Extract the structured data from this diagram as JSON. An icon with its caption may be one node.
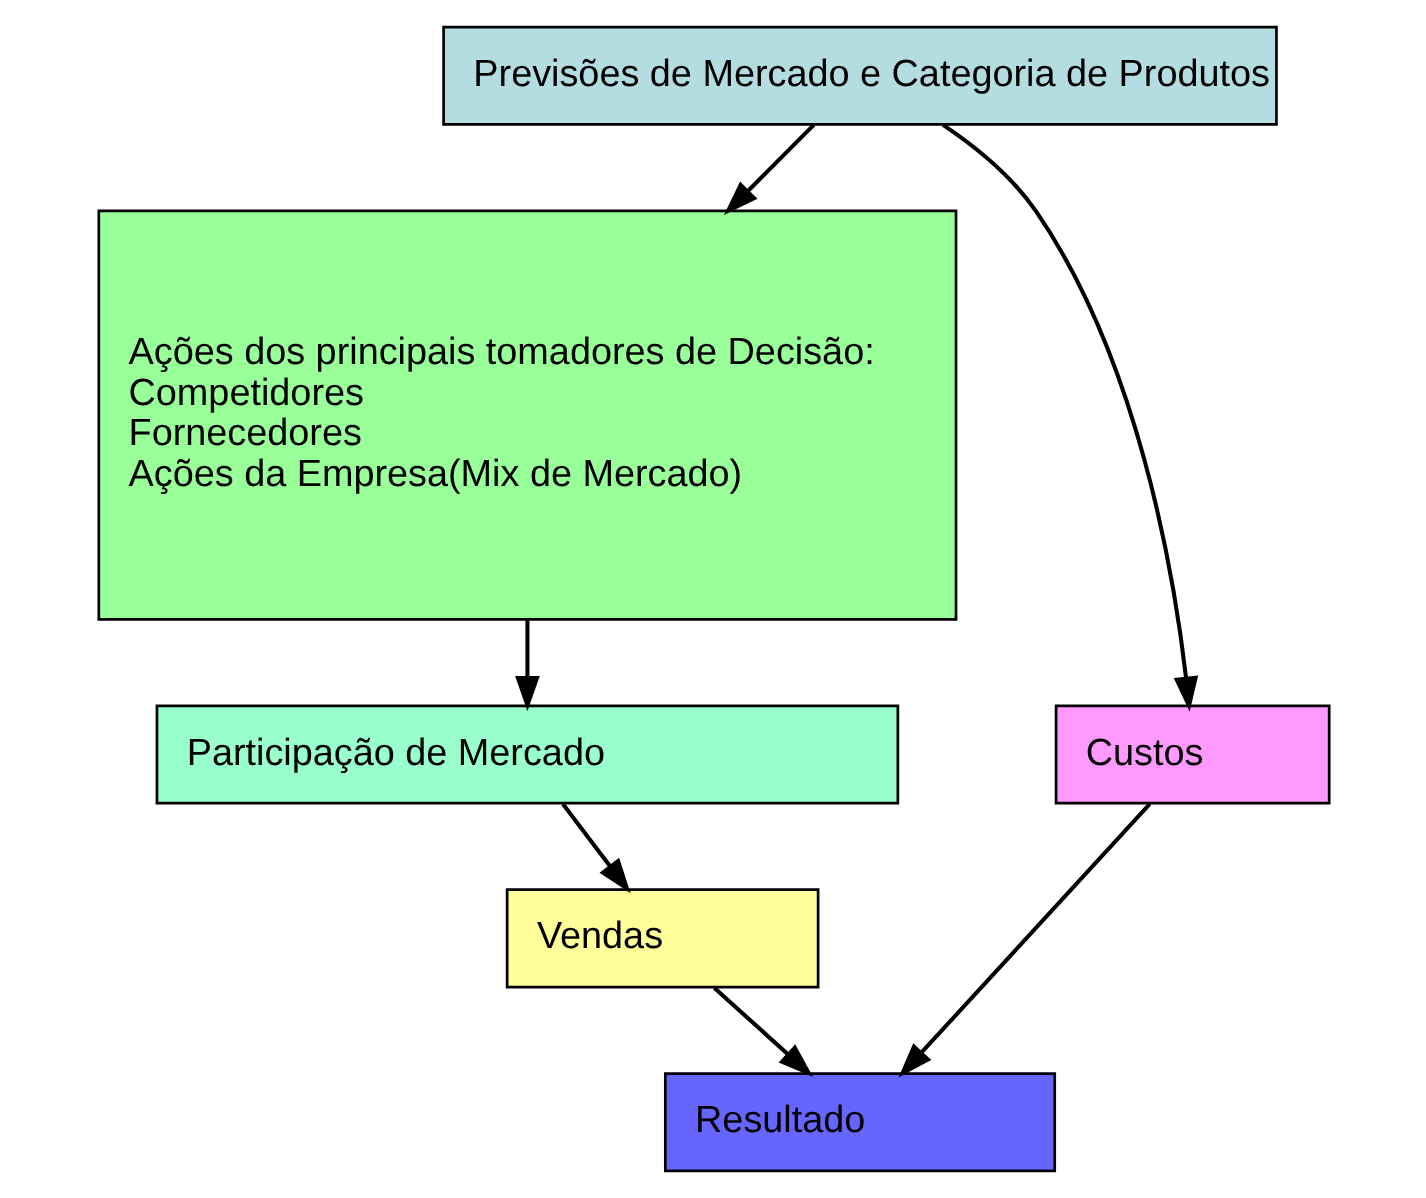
{
  "diagram": {
    "nodes": [
      {
        "text": [
          "Previsões de Mercado e Categoria de Produtos"
        ]
      },
      {
        "text": [
          "Ações dos principais tomadores de Decisão:",
          "Competidores",
          "Fornecedores",
          "Ações da Empresa(Mix de Mercado)"
        ]
      },
      {
        "text": [
          "Participação de Mercado"
        ]
      },
      {
        "text": [
          "Vendas"
        ]
      },
      {
        "text": [
          "Custos"
        ]
      },
      {
        "text": [
          "Resultado"
        ]
      }
    ],
    "edges": [
      {
        "from": 0,
        "to": 1,
        "arrow": "to"
      },
      {
        "from": 1,
        "to": 2,
        "arrow": "to"
      },
      {
        "from": 2,
        "to": 3,
        "arrow": "to"
      },
      {
        "from": 3,
        "to": 5,
        "arrow": "to"
      },
      {
        "from": 0,
        "to": 4,
        "arrow": "to"
      },
      {
        "from": 4,
        "to": 5,
        "arrow": "to"
      }
    ]
  }
}
